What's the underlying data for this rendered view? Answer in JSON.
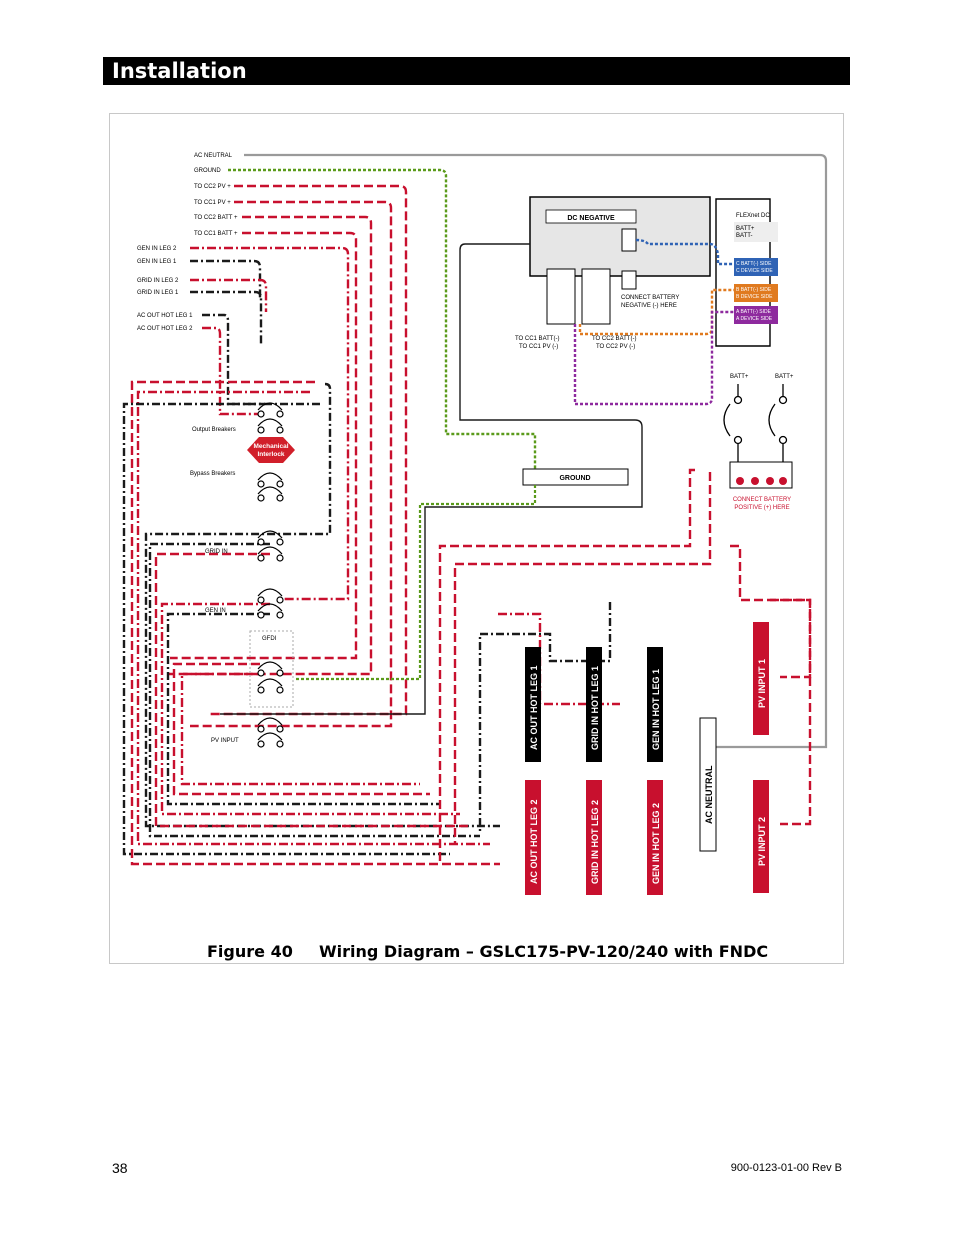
{
  "header": {
    "title": "Installation"
  },
  "figure": {
    "caption_number": "Figure 40",
    "caption_text": "Wiring Diagram – GSLC175-PV-120/240 with FNDC",
    "left_labels": [
      "AC NEUTRAL",
      "GROUND",
      "TO CC2 PV +",
      "TO CC1 PV +",
      "TO CC2 BATT +",
      "TO CC1 BATT +",
      "GEN IN LEG 2",
      "GEN IN LEG 1",
      "GRID IN LEG 2",
      "GRID IN LEG 1",
      "AC OUT HOT LEG 1",
      "AC OUT HOT LEG 2"
    ],
    "dc_negative": "DC NEGATIVE",
    "flexnet": "FLEXnet DC",
    "batt_plus": "BATT+",
    "batt_minus": "BATT-",
    "c_side": [
      "C BATT(-) SIDE",
      "C DEVICE SIDE"
    ],
    "b_side": [
      "B BATT(-) SIDE",
      "B DEVICE SIDE"
    ],
    "a_side": [
      "A BATT(-) SIDE",
      "A DEVICE SIDE"
    ],
    "connect_neg": [
      "CONNECT BATTERY",
      "NEGATIVE (-) HERE"
    ],
    "cc1_label": [
      "TO CC1 BATT(-)",
      "TO CC1 PV (-)"
    ],
    "cc2_label": [
      "TO CC2 BATT(-)",
      "TO CC2 PV (-)"
    ],
    "batt_plus_1": "BATT+",
    "batt_plus_2": "BATT+",
    "connect_pos": [
      "CONNECT BATTERY",
      "POSITIVE (+) HERE"
    ],
    "ground": "GROUND",
    "output_breakers": "Output Breakers",
    "interlock": [
      "Mechanical",
      "Interlock"
    ],
    "bypass_breakers": "Bypass Breakers",
    "grid_in": "GRID IN",
    "gen_in": "GEN IN",
    "gfdi": "GFDI",
    "pv_input": "PV INPUT",
    "terminals": [
      "AC OUT HOT LEG 1",
      "GRID IN HOT LEG 1",
      "GEN IN HOT LEG 1",
      "AC OUT HOT LEG 2",
      "GRID IN HOT LEG 2",
      "GEN IN HOT LEG  2"
    ],
    "pv_input_1": "PV INPUT 1",
    "pv_input_2": "PV INPUT 2",
    "ac_neutral_bar": "AC NEUTRAL"
  },
  "footer": {
    "page_number": "38",
    "doc_number": "900-0123-01-00 Rev B"
  },
  "colors": {
    "red": "#c8102e",
    "green": "#5a9a1a",
    "blue": "#2f63b5",
    "orange": "#e07a1f",
    "purple": "#8e2a9e",
    "gray": "#9a9a9a"
  }
}
